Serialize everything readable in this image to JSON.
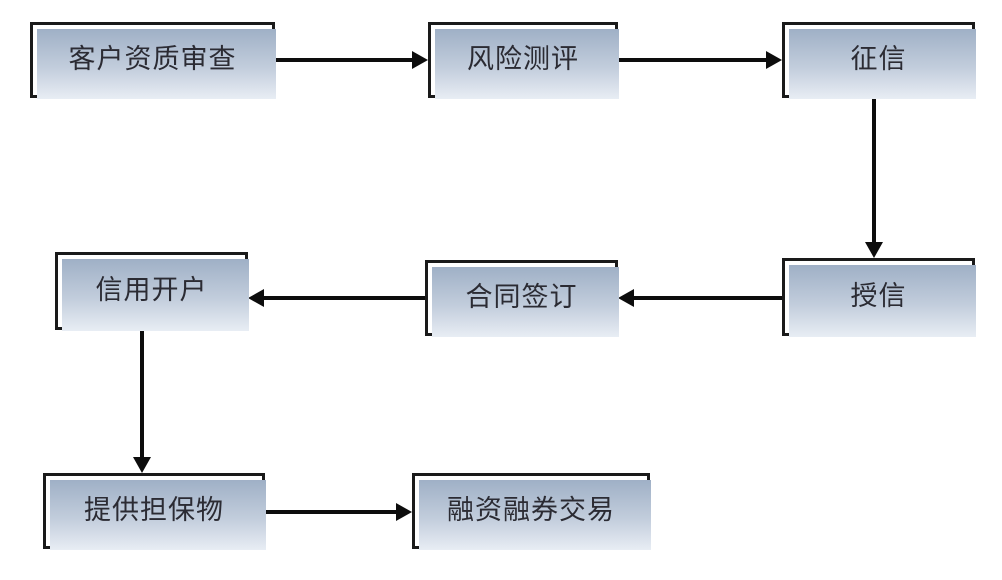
{
  "diagram": {
    "type": "flowchart",
    "title": "",
    "background_color": "#ffffff",
    "node_border_color": "#1a1a1a",
    "node_fill_color": "#ffffff",
    "node_text_color": "#2b2b33",
    "shadow_color": "#a8b7cb",
    "connector_color": "#0d0d0d",
    "nodes": [
      {
        "id": "n1",
        "label": "客户资质审查"
      },
      {
        "id": "n2",
        "label": "风险测评"
      },
      {
        "id": "n3",
        "label": "征信"
      },
      {
        "id": "n4",
        "label": "授信"
      },
      {
        "id": "n5",
        "label": "合同签订"
      },
      {
        "id": "n6",
        "label": "信用开户"
      },
      {
        "id": "n7",
        "label": "提供担保物"
      },
      {
        "id": "n8",
        "label": "融资融券交易"
      }
    ],
    "edges": [
      {
        "from": "n1",
        "to": "n2",
        "direction": "right"
      },
      {
        "from": "n2",
        "to": "n3",
        "direction": "right"
      },
      {
        "from": "n3",
        "to": "n4",
        "direction": "down"
      },
      {
        "from": "n4",
        "to": "n5",
        "direction": "left"
      },
      {
        "from": "n5",
        "to": "n6",
        "direction": "left"
      },
      {
        "from": "n6",
        "to": "n7",
        "direction": "down"
      },
      {
        "from": "n7",
        "to": "n8",
        "direction": "right"
      }
    ]
  }
}
